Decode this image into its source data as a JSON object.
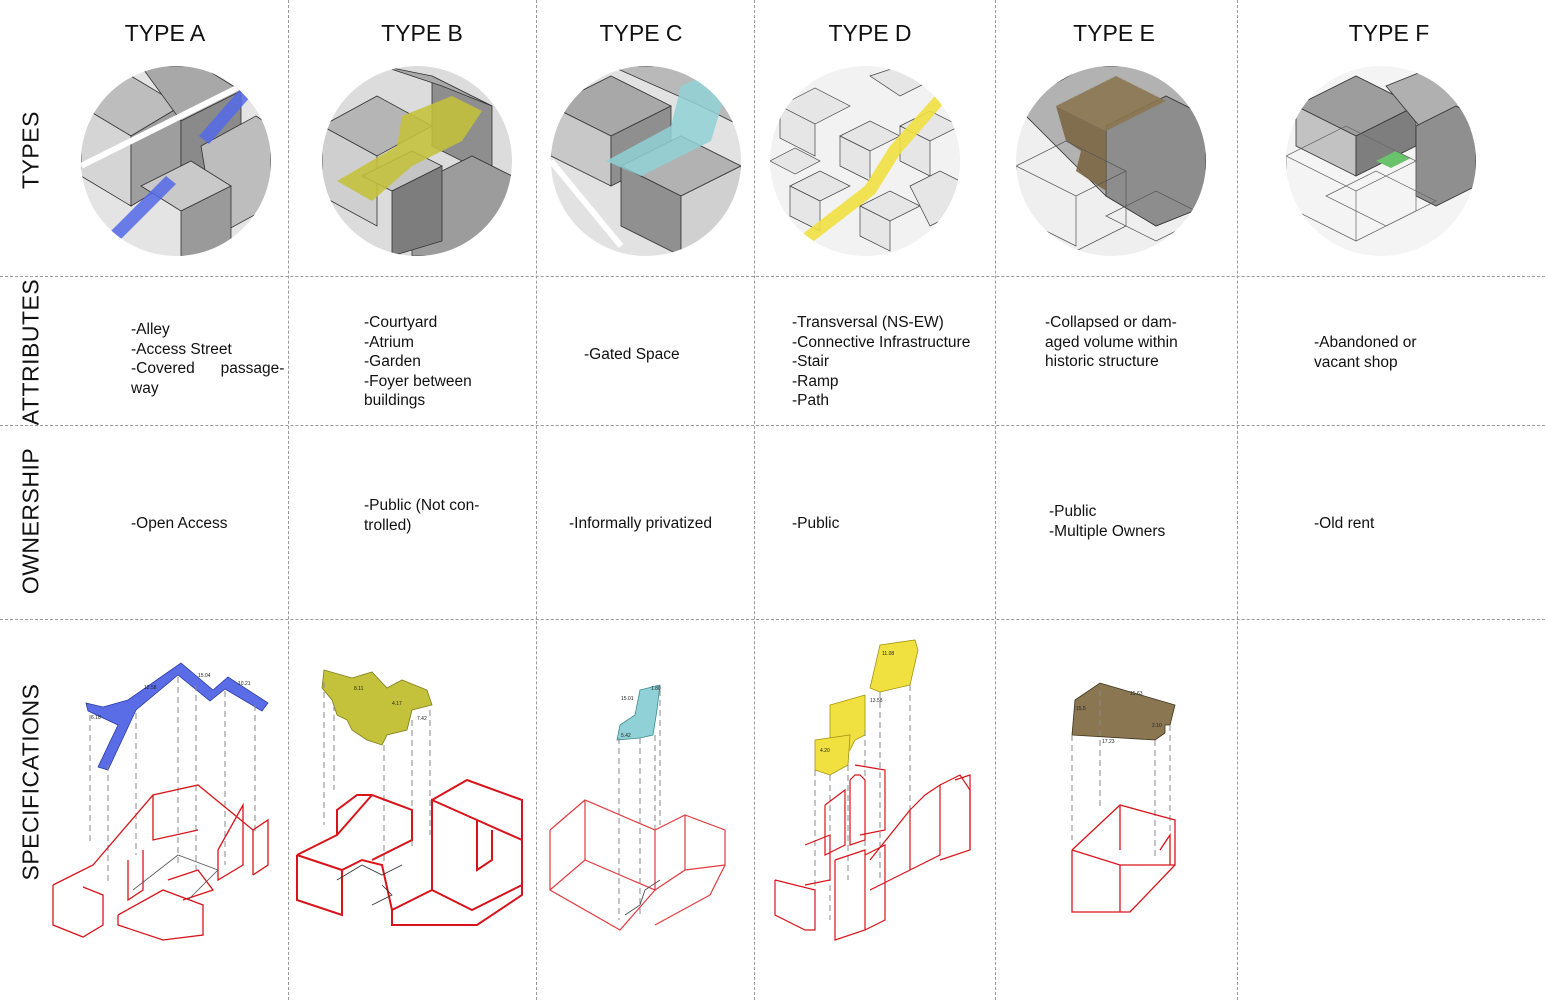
{
  "rows": {
    "types": "TYPES",
    "attributes": "ATTRIBUTES",
    "ownership": "OWNERSHIP",
    "specifications": "SPECIFICATIONS"
  },
  "columns": [
    {
      "title": "TYPE A",
      "attributes": [
        "-Alley",
        "-Access Street",
        "-Covered      passage-",
        "way"
      ],
      "ownership": [
        "-Open Access"
      ],
      "highlight": "#5468e8"
    },
    {
      "title": "TYPE B",
      "attributes": [
        "-Courtyard",
        "-Atrium",
        "-Garden",
        "-Foyer between",
        "buildings"
      ],
      "ownership": [
        "-Public (Not con-",
        "trolled)"
      ],
      "highlight": "#c4c23a"
    },
    {
      "title": "TYPE C",
      "attributes": [
        "-Gated Space"
      ],
      "ownership": [
        "-Informally privatized"
      ],
      "highlight": "#8fd1d6"
    },
    {
      "title": "TYPE D",
      "attributes": [
        "-Transversal (NS-EW)",
        "-Connective Infrastructure",
        "-Stair",
        "-Ramp",
        "-Path"
      ],
      "ownership": [
        "-Public"
      ],
      "highlight": "#f0e040"
    },
    {
      "title": "TYPE E",
      "attributes": [
        "-Collapsed or dam-",
        "aged volume within",
        "historic structure"
      ],
      "ownership": [
        "-Public",
        "-Multiple Owners"
      ],
      "highlight": "#8a7650"
    },
    {
      "title": "TYPE F",
      "attributes": [
        "-Abandoned or",
        "vacant shop"
      ],
      "ownership": [
        "-Old rent"
      ],
      "highlight": "#6ac26a"
    }
  ],
  "specs": {
    "a": [
      "12.58",
      "10.21",
      "15.04",
      "6.18"
    ],
    "b": [
      "8.11",
      "4.17",
      "7.42"
    ],
    "c": [
      "15.01",
      "1.80",
      "5.42"
    ],
    "d": [
      "11.08",
      "13.58",
      "4.20"
    ],
    "e": [
      "15.63",
      "15.5",
      "2.10",
      "17.23"
    ]
  },
  "colors": {
    "outline_red": "#d8141a",
    "grid": "#9a9a9a"
  }
}
